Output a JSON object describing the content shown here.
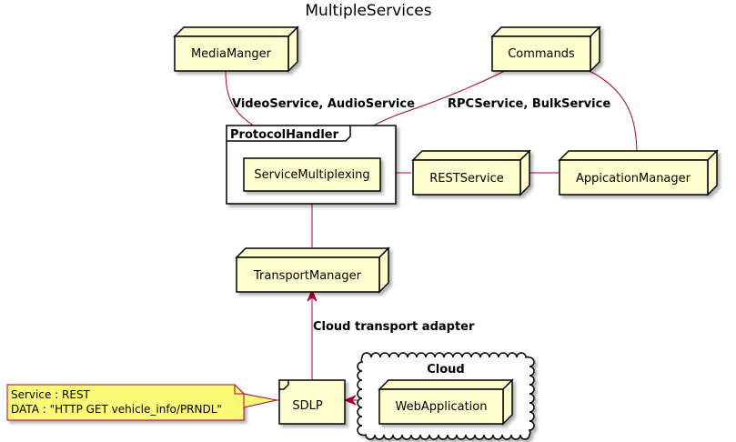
{
  "title": "MultipleServices",
  "colors": {
    "node_fill": "#FEFECE",
    "edge": "#A80036",
    "note_fill": "#FBFB77",
    "note_stroke": "#A80036",
    "border": "#000000"
  },
  "nodes": {
    "media_manager": "MediaManger",
    "commands": "Commands",
    "service_multiplexing": "ServiceMultiplexing",
    "rest_service": "RESTService",
    "application_manager": "AppicationManager",
    "transport_manager": "TransportManager",
    "sdlp": "SDLP",
    "web_application": "WebApplication"
  },
  "packages": {
    "protocol_handler": "ProtocolHandler",
    "cloud": "Cloud"
  },
  "edge_labels": {
    "video_audio": "VideoService, AudioService",
    "rpc_bulk": "RPCService, BulkService",
    "cloud_transport": "Cloud transport adapter"
  },
  "note": {
    "line1": "Service : REST",
    "line2": "DATA : \"HTTP GET vehicle_info/PRNDL\""
  }
}
